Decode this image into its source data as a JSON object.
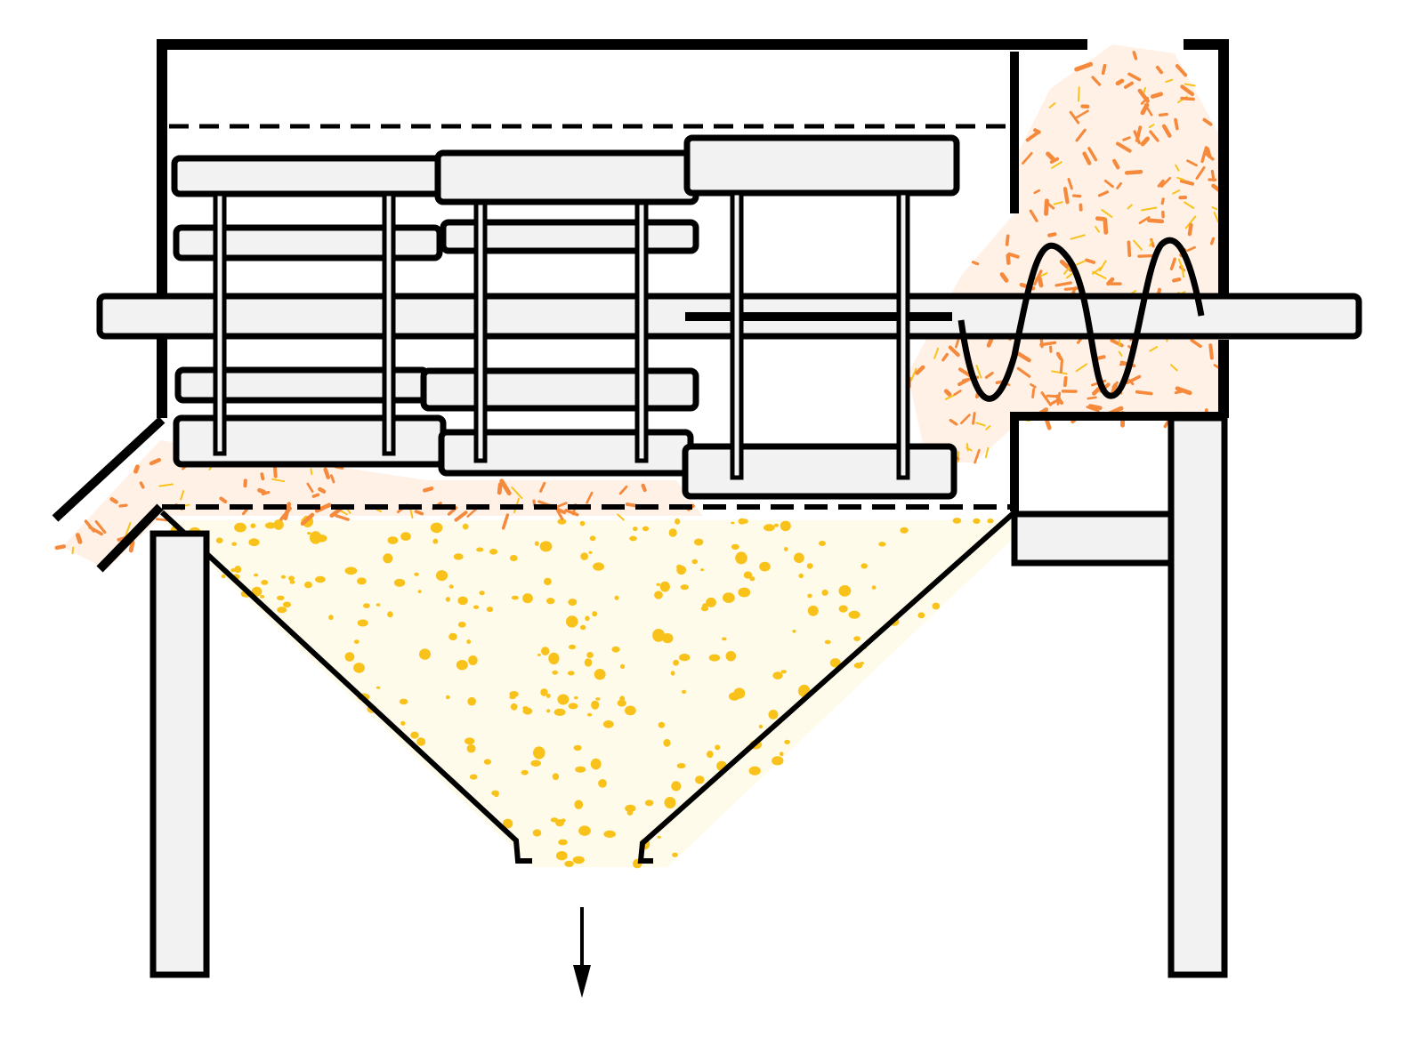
{
  "diagram": {
    "colors": {
      "outline": "#000000",
      "panel_fill": "#f2f2f2",
      "background": "#ffffff",
      "coarse_particles": "#f58a3c",
      "fine_particles": "#f9c21a"
    },
    "parts": [
      "machine-frame",
      "main-shaft",
      "rotor-discs",
      "screw-conveyor",
      "inlet-hopper",
      "discharge-chute",
      "collection-funnel",
      "support-legs",
      "outflow-arrow"
    ]
  }
}
